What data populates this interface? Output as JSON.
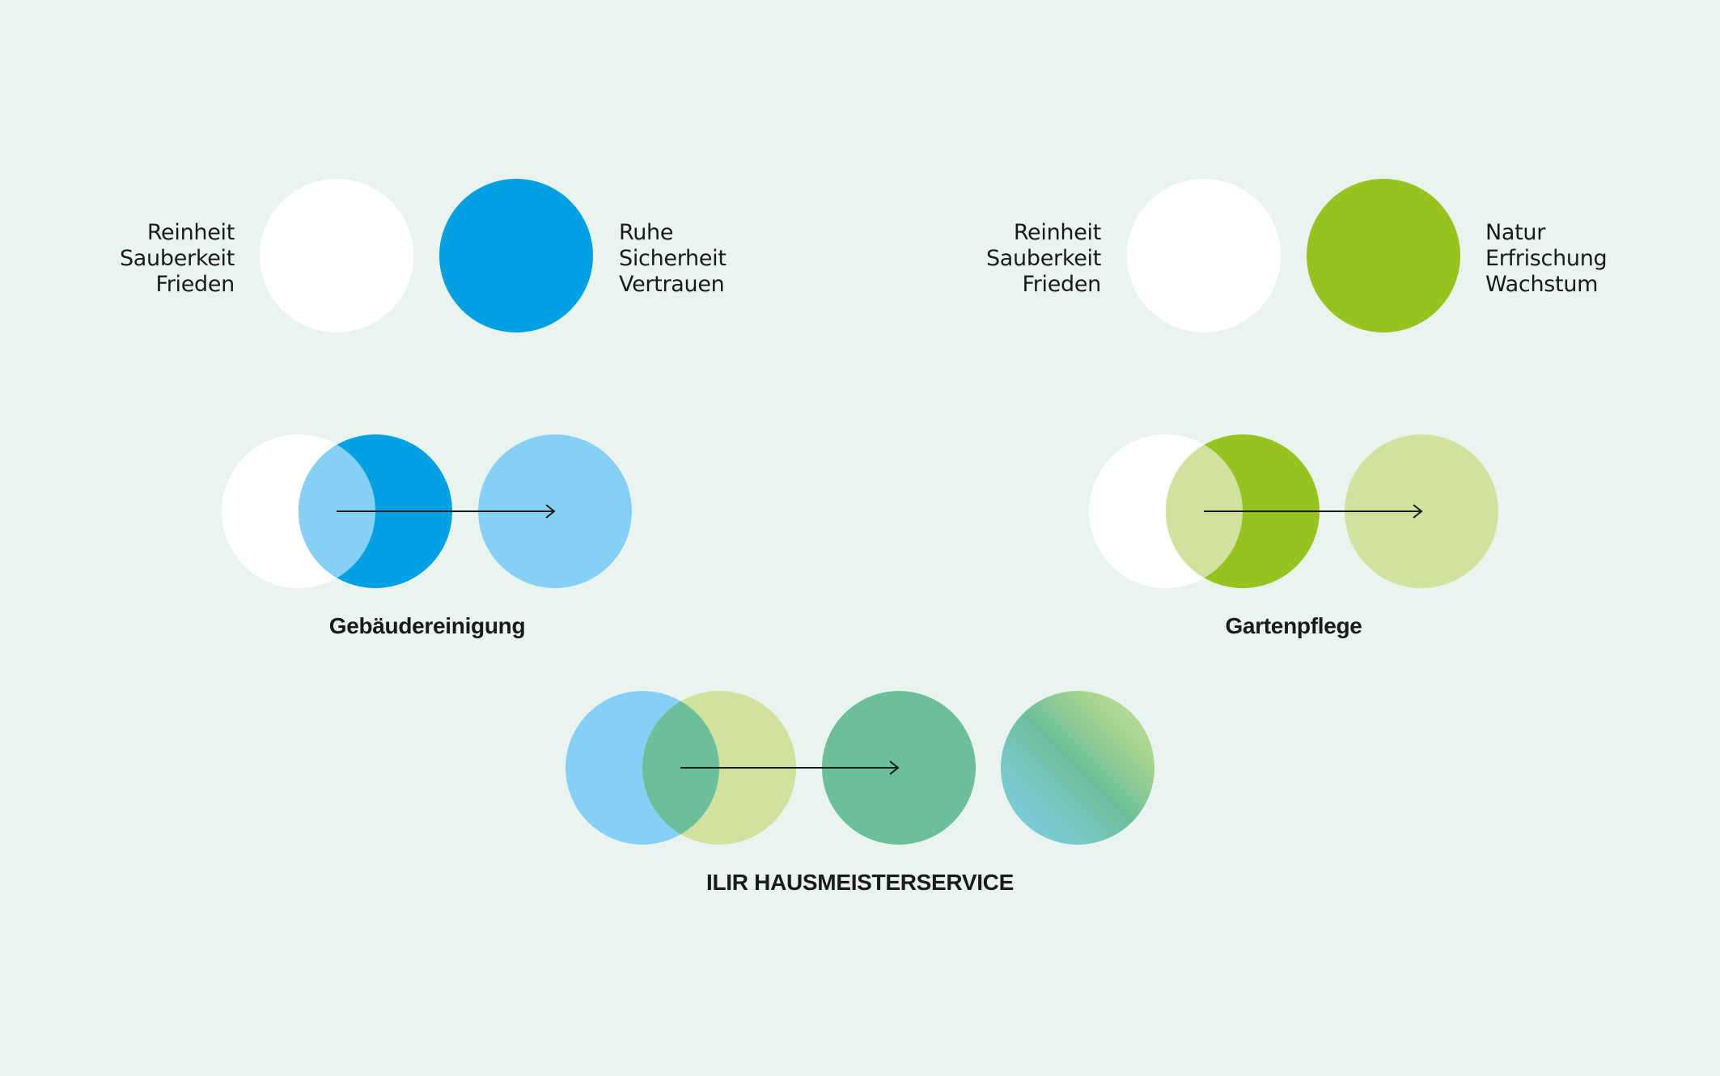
{
  "colors": {
    "background": "#eaf4ef",
    "white": "#ffffff",
    "blue": "#00a0e3",
    "light_blue": "#87d0f5",
    "green": "#97c321",
    "light_green": "#d0e29d",
    "teal_green": "#6cbf9b",
    "arrow": "#1a1a1a"
  },
  "section_cleaning": {
    "left_words": [
      "Reinheit",
      "Sauberkeit",
      "Frieden"
    ],
    "right_words": [
      "Ruhe",
      "Sicherheit",
      "Vertrauen"
    ],
    "caption": "Gebäudereinigung"
  },
  "section_garden": {
    "left_words": [
      "Reinheit",
      "Sauberkeit",
      "Frieden"
    ],
    "right_words": [
      "Natur",
      "Erfrischung",
      "Wachstum"
    ],
    "caption": "Gartenpflege"
  },
  "section_brand": {
    "caption": "ILIR HAUSMEISTERSERVICE"
  }
}
